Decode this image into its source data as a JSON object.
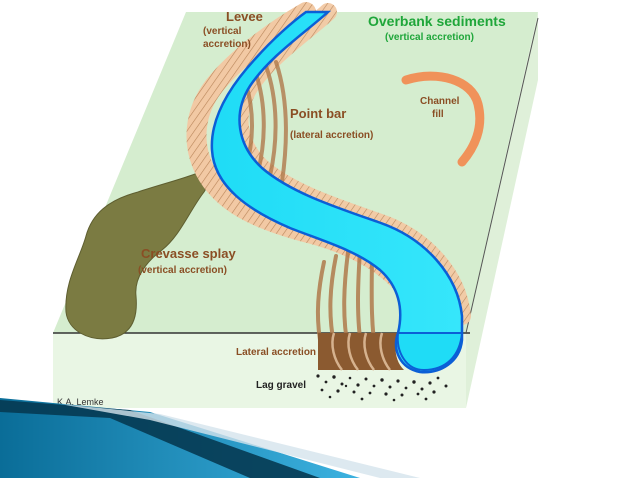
{
  "labels": {
    "levee": "Levee",
    "levee_sub1": "(vertical",
    "levee_sub2": "accretion)",
    "overbank": "Overbank sediments",
    "overbank_sub": "(vertical accretion)",
    "channel_fill_1": "Channel",
    "channel_fill_2": "fill",
    "point_bar": "Point bar",
    "point_bar_sub": "(lateral accretion)",
    "crevasse": "Crevasse splay",
    "crevasse_sub": "(vertical accretion)",
    "lateral_accretion": "Lateral accretion",
    "lag_gravel": "Lag gravel",
    "credit": "K.A. Lemke"
  },
  "colors": {
    "floodplain": "#d5edcf",
    "river": "#1fdcf6",
    "levee": "#eec39e",
    "crevasse": "#7b7b42",
    "point_bar": "#b07a4c",
    "channel_fill": "#f0925a",
    "overbank_text": "#1fa63a",
    "label_text": "#8a4e24",
    "decor_dark": "#063a52",
    "decor_light": "#1b8fc4"
  }
}
